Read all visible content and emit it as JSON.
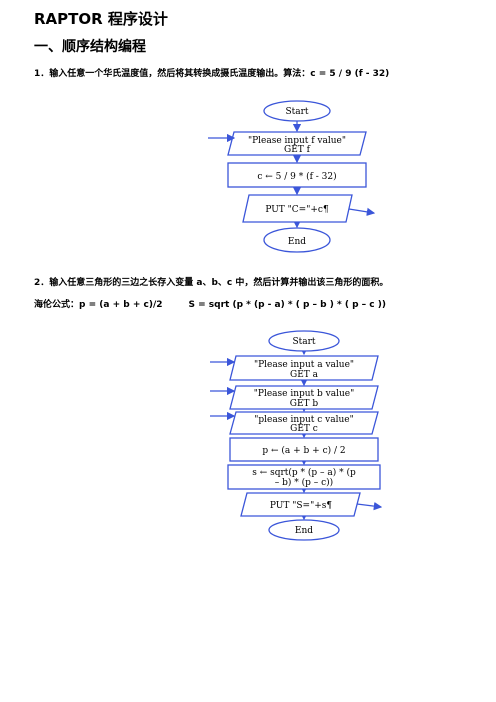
{
  "doc": {
    "title": "RAPTOR 程序设计",
    "section": "一、顺序结构编程",
    "problem1": "1．输入任意一个华氏温度值，然后将其转换成摄氏温度输出。算法：c = 5 / 9 (f - 32)",
    "problem2": "2．输入任意三角形的三边之长存入变量 a、b、c 中，然后计算并输出该三角形的面积。",
    "formula_a": "海伦公式：p = (a + b + c)/2",
    "formula_b": "S = sqrt (p * (p - a) * ( p – b ) * ( p – c ))"
  },
  "flow1": {
    "start": "Start",
    "input_line1": "\"Please input f value\"",
    "input_line2": "GET f",
    "assign": "c ← 5 / 9 * (f - 32)",
    "output": "PUT \"C=\"+c¶",
    "end": "End"
  },
  "flow2": {
    "start": "Start",
    "in_a_1": "\"Please input a value\"",
    "in_a_2": "GET a",
    "in_b_1": "\"Please input b value\"",
    "in_b_2": "GET b",
    "in_c_1": "\"please input c value\"",
    "in_c_2": "GET c",
    "assign_p": "p ← (a + b + c) / 2",
    "assign_s_1": "s ← sqrt(p * (p – a) * (p",
    "assign_s_2": "– b) * (p – c))",
    "output": "PUT \"S=\"+s¶",
    "end": "End"
  },
  "colors": {
    "shape_stroke": "#3b56d9"
  }
}
